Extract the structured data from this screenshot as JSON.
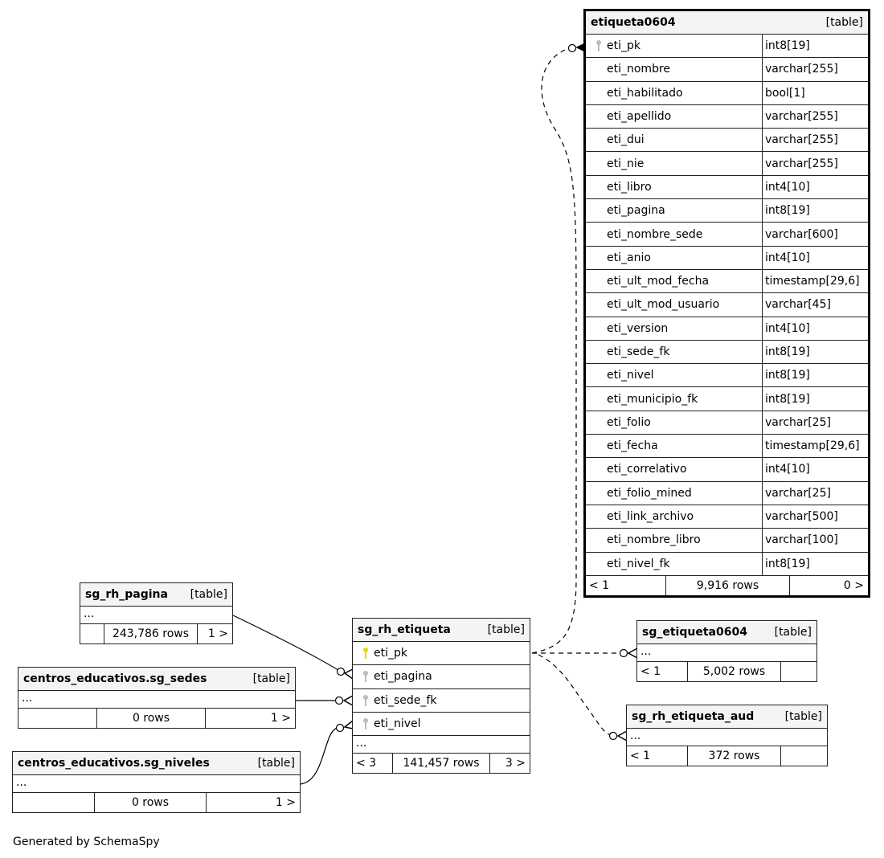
{
  "footer": {
    "generated_by": "Generated by SchemaSpy"
  },
  "colors": {
    "pk_key": "#e8d800",
    "fk_key": "#bbbbbb",
    "header_bg": "#f4f4f4"
  },
  "tables": {
    "etiqueta0604": {
      "name": "etiqueta0604",
      "kind": "[table]",
      "columns": [
        {
          "name": "eti_pk",
          "type": "int8[19]",
          "key": "fk"
        },
        {
          "name": "eti_nombre",
          "type": "varchar[255]"
        },
        {
          "name": "eti_habilitado",
          "type": "bool[1]"
        },
        {
          "name": "eti_apellido",
          "type": "varchar[255]"
        },
        {
          "name": "eti_dui",
          "type": "varchar[255]"
        },
        {
          "name": "eti_nie",
          "type": "varchar[255]"
        },
        {
          "name": "eti_libro",
          "type": "int4[10]"
        },
        {
          "name": "eti_pagina",
          "type": "int8[19]"
        },
        {
          "name": "eti_nombre_sede",
          "type": "varchar[600]"
        },
        {
          "name": "eti_anio",
          "type": "int4[10]"
        },
        {
          "name": "eti_ult_mod_fecha",
          "type": "timestamp[29,6]"
        },
        {
          "name": "eti_ult_mod_usuario",
          "type": "varchar[45]"
        },
        {
          "name": "eti_version",
          "type": "int4[10]"
        },
        {
          "name": "eti_sede_fk",
          "type": "int8[19]"
        },
        {
          "name": "eti_nivel",
          "type": "int8[19]"
        },
        {
          "name": "eti_municipio_fk",
          "type": "int8[19]"
        },
        {
          "name": "eti_folio",
          "type": "varchar[25]"
        },
        {
          "name": "eti_fecha",
          "type": "timestamp[29,6]"
        },
        {
          "name": "eti_correlativo",
          "type": "int4[10]"
        },
        {
          "name": "eti_folio_mined",
          "type": "varchar[25]"
        },
        {
          "name": "eti_link_archivo",
          "type": "varchar[500]"
        },
        {
          "name": "eti_nombre_libro",
          "type": "varchar[100]"
        },
        {
          "name": "eti_nivel_fk",
          "type": "int8[19]"
        }
      ],
      "footer": {
        "parents": "< 1",
        "rows": "9,916 rows",
        "children": "0 >"
      }
    },
    "sg_rh_pagina": {
      "name": "sg_rh_pagina",
      "kind": "[table]",
      "ellipsis": "...",
      "footer": {
        "parents": "",
        "rows": "243,786 rows",
        "children": "1 >"
      }
    },
    "sg_sedes": {
      "name": "centros_educativos.sg_sedes",
      "kind": "[table]",
      "ellipsis": "...",
      "footer": {
        "parents": "",
        "rows": "0 rows",
        "children": "1 >"
      }
    },
    "sg_niveles": {
      "name": "centros_educativos.sg_niveles",
      "kind": "[table]",
      "ellipsis": "...",
      "footer": {
        "parents": "",
        "rows": "0 rows",
        "children": "1 >"
      }
    },
    "sg_rh_etiqueta": {
      "name": "sg_rh_etiqueta",
      "kind": "[table]",
      "ellipsis": "...",
      "columns": [
        {
          "name": "eti_pk",
          "key": "pk"
        },
        {
          "name": "eti_pagina",
          "key": "fk"
        },
        {
          "name": "eti_sede_fk",
          "key": "fk"
        },
        {
          "name": "eti_nivel",
          "key": "fk"
        }
      ],
      "footer": {
        "parents": "< 3",
        "rows": "141,457 rows",
        "children": "3 >"
      }
    },
    "sg_etiqueta0604": {
      "name": "sg_etiqueta0604",
      "kind": "[table]",
      "ellipsis": "...",
      "footer": {
        "parents": "< 1",
        "rows": "5,002 rows",
        "children": ""
      }
    },
    "sg_rh_etiqueta_aud": {
      "name": "sg_rh_etiqueta_aud",
      "kind": "[table]",
      "ellipsis": "...",
      "footer": {
        "parents": "< 1",
        "rows": "372 rows",
        "children": ""
      }
    }
  }
}
